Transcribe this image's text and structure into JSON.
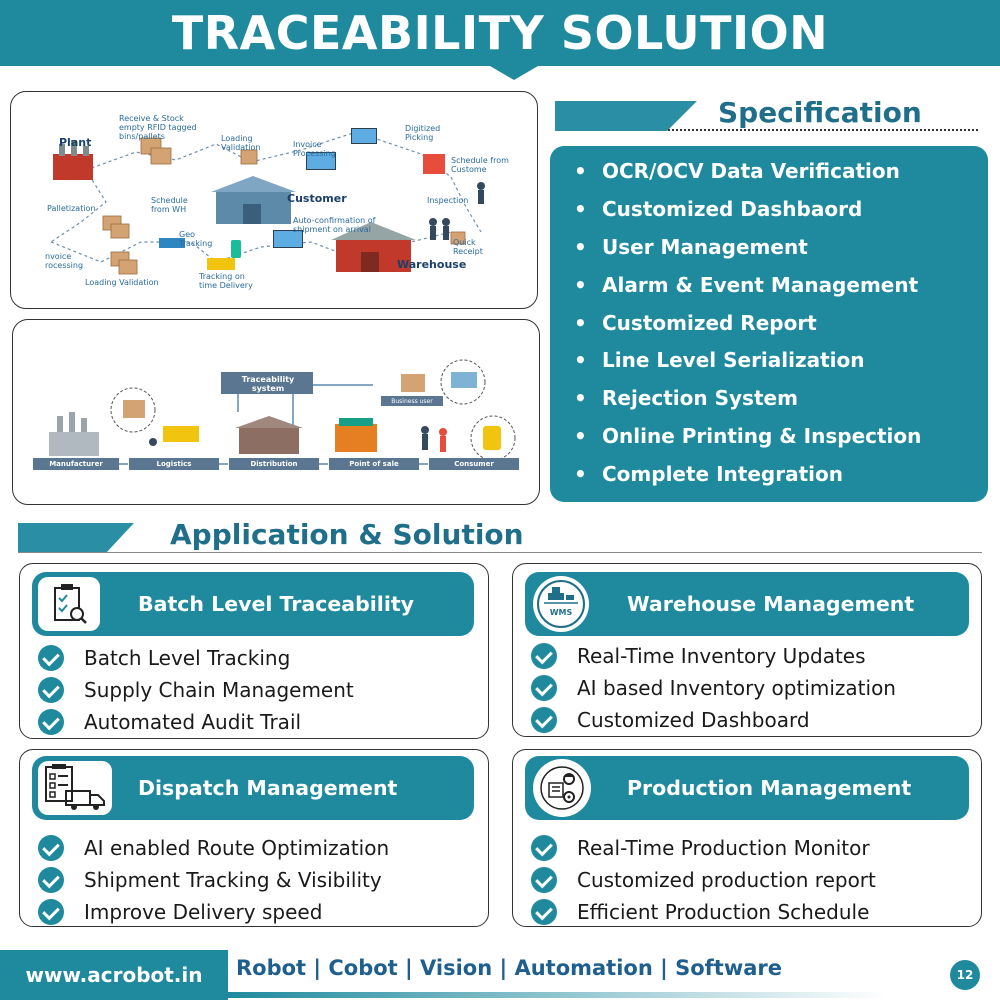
{
  "header": {
    "title": "TRACEABILITY SOLUTION"
  },
  "diagram1": {
    "plant": "Plant",
    "receive_stock": "Receive & Stock empty RFID tagged bins/pallets",
    "loading_validation_top": "Loading Validation",
    "invoice_processing_top": "Invoice Processing",
    "digitized_picking": "Digitized Picking",
    "schedule_from_customer": "Schedule from Custome",
    "schedule_from_wh": "Schedule from WH",
    "customer": "Customer",
    "palletization": "Palletization",
    "inspection": "Inspection",
    "auto_confirmation": "Auto-confirmation of shipment on arrival",
    "geo_tracking": "Geo Tracking",
    "quick_receipt": "Quick Receipt",
    "invoice_processing_left": "nvoice rocessing",
    "warehouse": "Warehouse",
    "loading_validation_bottom": "Loading Validation",
    "tracking_on_time": "Tracking on time Delivery"
  },
  "diagram2": {
    "traceability_system": "Traceability system",
    "business_user": "Business user",
    "stages": [
      "Manufacturer",
      "Logistics",
      "Distribution",
      "Point of sale",
      "Consumer"
    ]
  },
  "specification": {
    "title": "Specification",
    "items": [
      "OCR/OCV Data Verification",
      "Customized Dashbaord",
      "User Management",
      "Alarm & Event Management",
      "Customized Report",
      "Line Level Serialization",
      "Rejection System",
      "Online Printing & Inspection",
      "Complete Integration"
    ]
  },
  "application": {
    "title": "Application & Solution",
    "cards": [
      {
        "title": "Batch Level Traceability",
        "icon": "clipboard-magnifier-icon",
        "items": [
          "Batch Level Tracking",
          "Supply Chain Management",
          "Automated Audit Trail"
        ]
      },
      {
        "title": "Warehouse Management",
        "icon": "wms-truck-icon",
        "icon_text": "WMS",
        "items": [
          "Real-Time Inventory Updates",
          "AI based Inventory optimization",
          "Customized Dashboard"
        ]
      },
      {
        "title": "Dispatch Management",
        "icon": "checklist-truck-icon",
        "items": [
          "AI enabled Route Optimization",
          "Shipment Tracking & Visibility",
          "Improve Delivery speed"
        ]
      },
      {
        "title": "Production Management",
        "icon": "worker-gear-icon",
        "items": [
          "Real-Time Production Monitor",
          "Customized production report",
          "Efficient Production Schedule"
        ]
      }
    ]
  },
  "footer": {
    "website": "www.acrobot.in",
    "tagline": "Robot | Cobot | Vision | Automation | Software",
    "page_number": "12"
  },
  "colors": {
    "primary": "#1f8a9e",
    "heading": "#1f6f8b",
    "tagline": "#1f5f8e"
  }
}
